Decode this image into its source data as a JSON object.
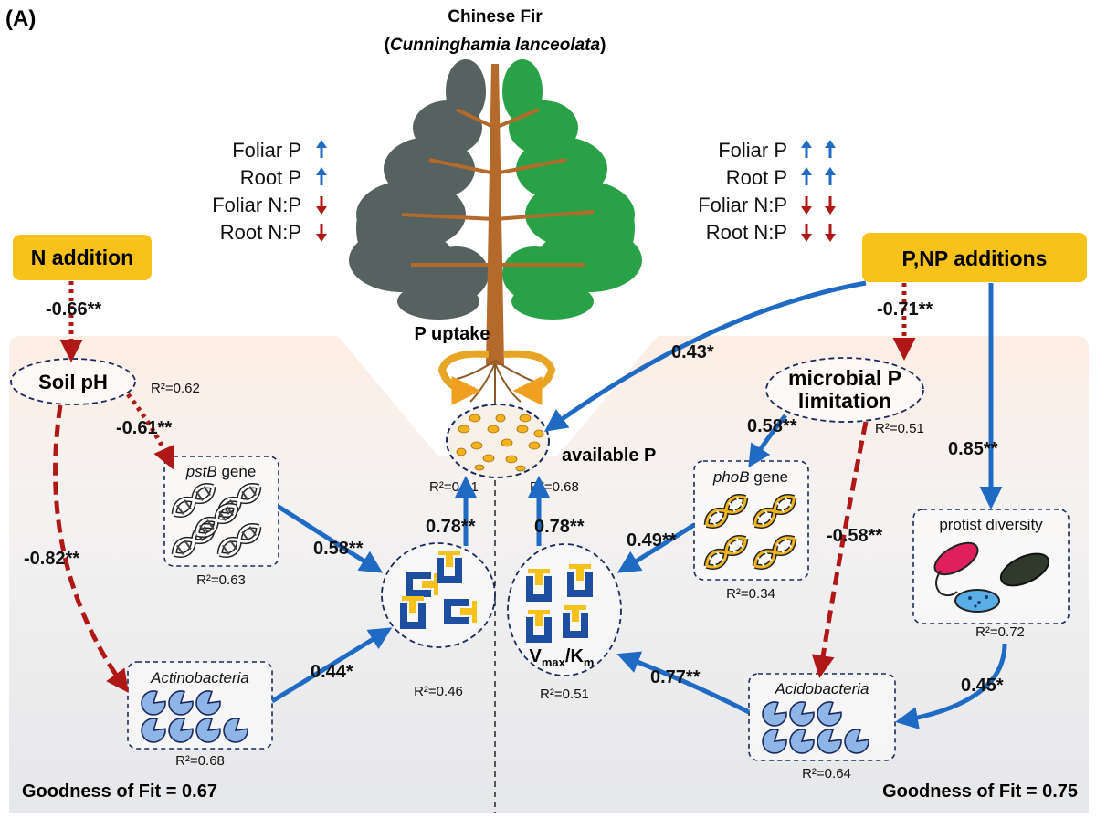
{
  "panel_label": "(A)",
  "title": {
    "line1": "Chinese Fir",
    "latin": "Cunninghamia lanceolata"
  },
  "treatments": {
    "left": "N addition",
    "right": "P,NP additions"
  },
  "traits": {
    "labels": [
      "Foliar P",
      "Root P",
      "Foliar N:P",
      "Root N:P"
    ],
    "left_direction": [
      "up",
      "up",
      "down",
      "down"
    ],
    "left_count": 1,
    "right_direction": [
      "up",
      "up",
      "down",
      "down"
    ],
    "right_count": 2
  },
  "plant": {
    "p_uptake": "P uptake",
    "available_p": "available P",
    "available_p_r2_left": "R²=0.61",
    "available_p_r2_right": "R²=0.68"
  },
  "nodes": {
    "soil_ph": {
      "label": "Soil pH",
      "r2": "R²=0.62"
    },
    "pstb": {
      "label_italic": "pstB",
      "label_rest": " gene",
      "r2": "R²=0.63"
    },
    "actinobacteria": {
      "label": "Actinobacteria",
      "r2": "R²=0.68"
    },
    "enzyme_left": {
      "r2": "R²=0.46"
    },
    "enzyme_right": {
      "label_v": "V",
      "label_sub1": "max",
      "label_slash": "/K",
      "label_sub2": "m",
      "r2": "R²=0.51"
    },
    "microbial_p": {
      "line1": "microbial P",
      "line2": "limitation",
      "r2": "R²=0.51"
    },
    "phob": {
      "label_italic": "phoB",
      "label_rest": " gene",
      "r2": "R²=0.34"
    },
    "protist": {
      "label": "protist diversity",
      "r2": "R²=0.72"
    },
    "acidobacteria": {
      "label": "Acidobacteria",
      "r2": "R²=0.64"
    }
  },
  "paths": {
    "n_to_ph": "-0.66**",
    "ph_to_pstb": "-0.61**",
    "ph_to_actino": "-0.82**",
    "pstb_to_enzyme": "0.58**",
    "actino_to_enzyme": "0.44*",
    "enzyme_left_to_ap": "0.78**",
    "enzyme_right_to_ap": "0.78**",
    "pnp_to_ap": "0.43*",
    "pnp_to_mpl": "-0.71**",
    "pnp_to_protist": "0.85**",
    "mpl_to_phob": "0.58**",
    "phob_to_enzyme": "0.49**",
    "mpl_to_acido": "-0.58**",
    "protist_to_acido": "0.45*",
    "acido_to_enzyme": "0.77**"
  },
  "fit": {
    "left": "Goodness of Fit = 0.67",
    "right": "Goodness of Fit = 0.75"
  },
  "colors": {
    "positive": "#1f6bc4",
    "negative": "#b01818",
    "treatment_box": "#f7c21a",
    "foliage_left": "#4e5a58",
    "foliage_right": "#1e9e3e",
    "trunk": "#b46a2a",
    "enzyme_blue": "#1e4ea0",
    "enzyme_yellow": "#f5c21b",
    "dna_yellow": "#f0b41e",
    "bacteria_fill": "#8fb4e6"
  }
}
